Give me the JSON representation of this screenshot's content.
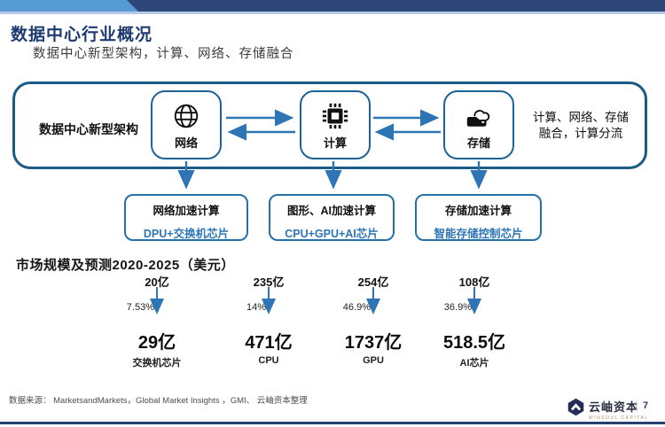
{
  "page": {
    "title": "数据中心行业概况",
    "subtitle": "数据中心新型架构，计算、网络、存储融合"
  },
  "diagram": {
    "architecture_label": "数据中心新型架构",
    "nodes": [
      {
        "label": "网络",
        "icon": "globe-icon"
      },
      {
        "label": "计算",
        "icon": "chip-icon"
      },
      {
        "label": "存储",
        "icon": "storage-icon"
      }
    ],
    "side_note_line1": "计算、网络、存储",
    "side_note_line2": "融合，计算分流",
    "accelerators": [
      {
        "title": "网络加速计算",
        "chips": "DPU+交换机芯片"
      },
      {
        "title": "图形、AI加速计算",
        "chips": "CPU+GPU+AI芯片"
      },
      {
        "title": "存储加速计算",
        "chips": "智能存储控制芯片"
      }
    ]
  },
  "market": {
    "heading": "市场规模及预测2020-2025（美元）",
    "columns": [
      {
        "start": "20亿",
        "cagr": "7.53%",
        "end": "29亿",
        "category": "交换机芯片"
      },
      {
        "start": "235亿",
        "cagr": "14%",
        "end": "471亿",
        "category": "CPU"
      },
      {
        "start": "254亿",
        "cagr": "46.9%",
        "end": "1737亿",
        "category": "GPU"
      },
      {
        "start": "108亿",
        "cagr": "36.9%",
        "end": "518.5亿",
        "category": "AI芯片"
      }
    ]
  },
  "footer": {
    "source": "数据来源： MarketsandMarkets，Global Market Insights ，GMI、 云岫资本整理",
    "logo_text": "云岫资本",
    "logo_subtext": "WINSOUL CAPITAL",
    "page_number": "7"
  },
  "colors": {
    "accent_blue": "#2e75b6",
    "navy_bar": "#2e4678",
    "light_blue": "#579bd5",
    "container_border": "#1a5a83"
  }
}
